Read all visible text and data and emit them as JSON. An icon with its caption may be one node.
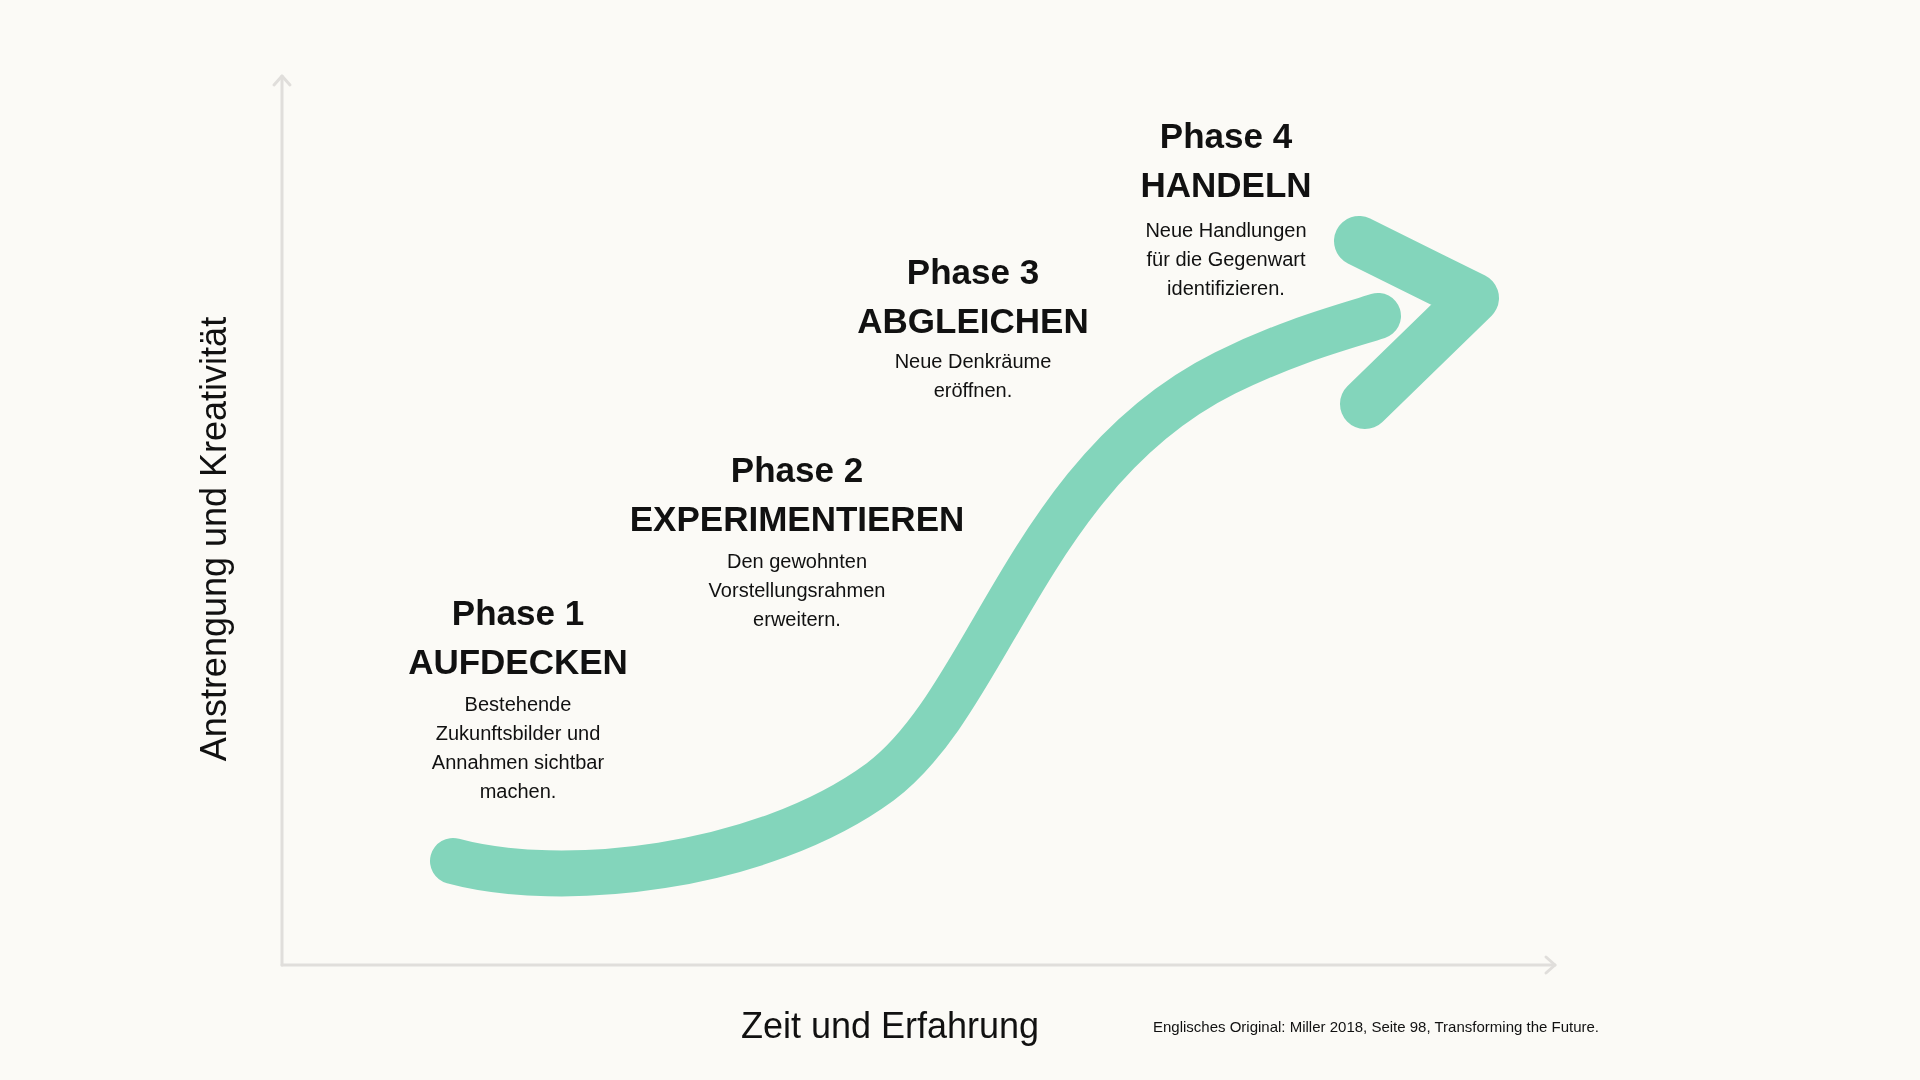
{
  "diagram": {
    "caption": "Englisches Original: Miller 2018, Seite 98, Transforming the Future.",
    "labels": [
      "Anstrengung und Kreativität",
      "Phase 1",
      "AUFDECKEN",
      "Bestehende Zukunftsbilder und Annahmen sichtbar machen.",
      "Phase 2",
      "EXPERIMENTIEREN",
      "Den gewohnten Vorstellungsrahmen erweitern.",
      "Phase 3",
      "ABGLEICHEN",
      "Neue Denkräume eröffnen.",
      "Phase 4",
      "HANDELN",
      "Neue Handlungen für die Gegenwart identifizieren.",
      "Zeit und Erfahrung"
    ]
  }
}
